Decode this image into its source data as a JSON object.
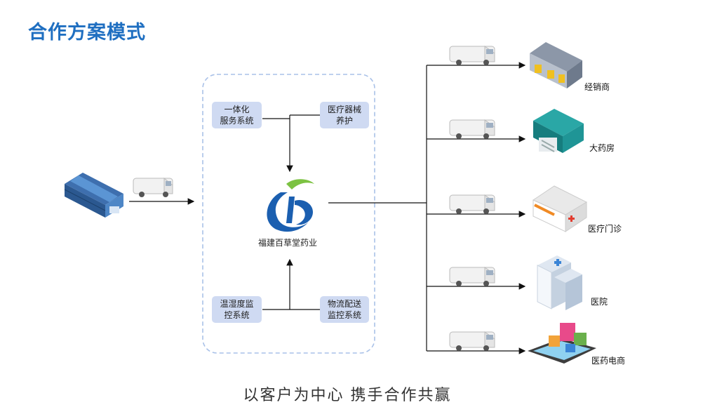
{
  "title": "合作方案模式",
  "boxes": {
    "integrated_service": [
      "一体化",
      "服务系统"
    ],
    "device_maintenance": [
      "医疗器械",
      "养护"
    ],
    "temp_humidity": [
      "温湿度监",
      "控系统"
    ],
    "logistics_monitor": [
      "物流配送",
      "监控系统"
    ]
  },
  "company": "福建百草堂药业",
  "destinations": [
    "经销商",
    "大药房",
    "医疗门诊",
    "医院",
    "医药电商"
  ],
  "slogan": "以客户为中心  携手合作共赢",
  "colors": {
    "title": "#1f6fc1",
    "box": "#cfdaf2",
    "dashed_border": "#a9c1e8",
    "logo_blue": "#1b5fb0",
    "logo_green": "#7cc242"
  }
}
